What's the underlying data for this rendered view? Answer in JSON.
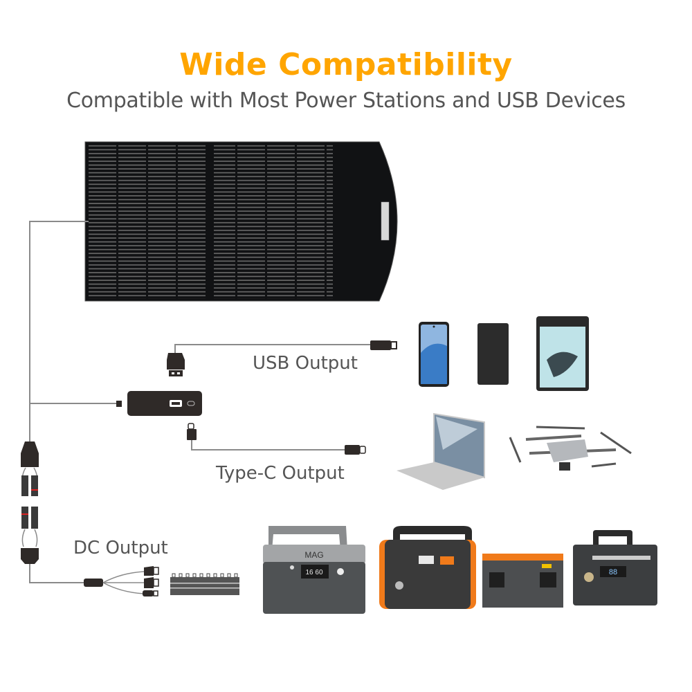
{
  "header": {
    "title": "Wide Compatibility",
    "subtitle": "Compatible with Most Power Stations and USB Devices"
  },
  "labels": {
    "usb_output": "USB Output",
    "type_c_output": "Type-C Output",
    "dc_output": "DC Output"
  },
  "colors": {
    "accent": "#FFA500",
    "text": "#555555",
    "panel": "#111214",
    "cable": "#8a8a8a",
    "connector": "#2f2a28"
  },
  "products": {
    "solar_panel": {
      "cell_columns": 8
    },
    "dc_adapter_tips": 10,
    "usb_devices": [
      "smartphone",
      "power-bank",
      "tablet"
    ],
    "type_c_devices": [
      "laptop",
      "drone"
    ],
    "power_stations": [
      {
        "brand": "MAG",
        "display": "16 60"
      },
      {
        "brand": "",
        "accent": "#f07a1a"
      },
      {
        "brand": "",
        "accent": "#f07a1a"
      },
      {
        "brand": "",
        "display": "88"
      }
    ]
  }
}
